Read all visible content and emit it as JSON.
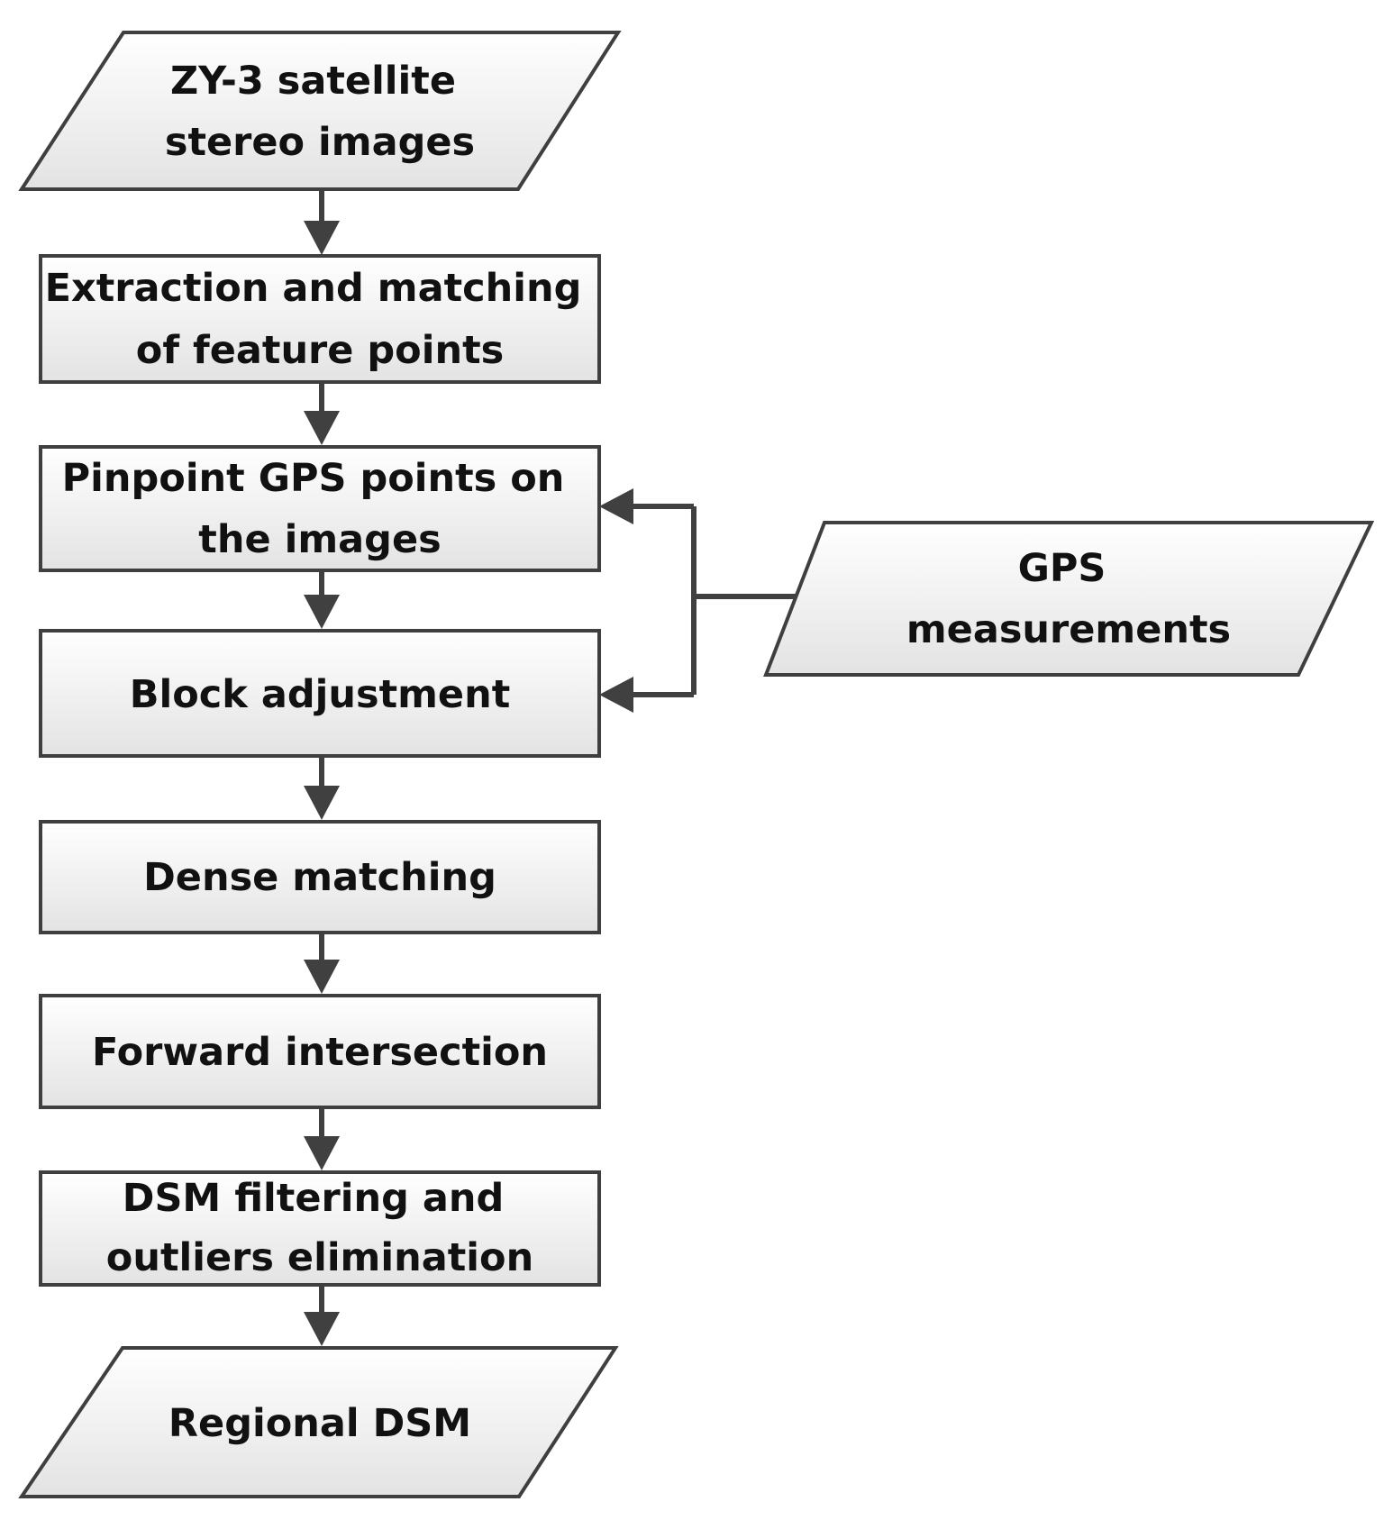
{
  "diagram": {
    "nodes": {
      "input_images": {
        "lines": [
          "ZY-3 satellite",
          "stereo images"
        ]
      },
      "feature_points": {
        "lines": [
          "Extraction and matching",
          "of feature points"
        ]
      },
      "pinpoint_gps": {
        "lines": [
          "Pinpoint GPS points on",
          "the images"
        ]
      },
      "block_adjustment": {
        "lines": [
          "Block adjustment"
        ]
      },
      "dense_matching": {
        "lines": [
          "Dense matching"
        ]
      },
      "forward_intersection": {
        "lines": [
          "Forward intersection"
        ]
      },
      "dsm_filtering": {
        "lines": [
          "DSM filtering and",
          "outliers elimination"
        ]
      },
      "regional_dsm": {
        "lines": [
          "Regional DSM"
        ]
      },
      "gps_measurements": {
        "lines": [
          "GPS",
          "measurements"
        ]
      }
    },
    "edges": [
      {
        "from": "input_images",
        "to": "feature_points"
      },
      {
        "from": "feature_points",
        "to": "pinpoint_gps"
      },
      {
        "from": "pinpoint_gps",
        "to": "block_adjustment"
      },
      {
        "from": "block_adjustment",
        "to": "dense_matching"
      },
      {
        "from": "dense_matching",
        "to": "forward_intersection"
      },
      {
        "from": "forward_intersection",
        "to": "dsm_filtering"
      },
      {
        "from": "dsm_filtering",
        "to": "regional_dsm"
      },
      {
        "from": "gps_measurements",
        "to": "pinpoint_gps"
      },
      {
        "from": "gps_measurements",
        "to": "block_adjustment"
      }
    ]
  }
}
